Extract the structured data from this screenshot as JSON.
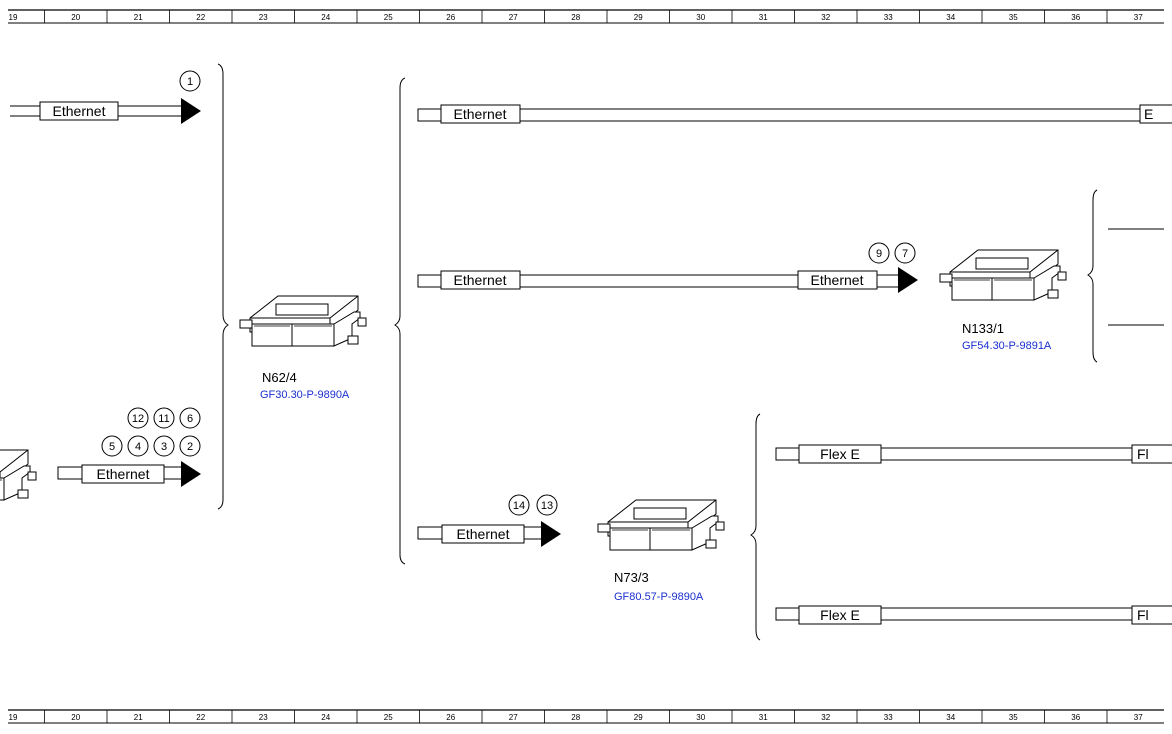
{
  "ruler": {
    "top_labels": [
      "19",
      "20",
      "21",
      "22",
      "23",
      "24",
      "25",
      "26",
      "27",
      "28",
      "29",
      "30",
      "31",
      "32",
      "33",
      "34",
      "35",
      "36",
      "37"
    ],
    "bottom_labels": [
      "19",
      "20",
      "21",
      "22",
      "23",
      "24",
      "25",
      "26",
      "27",
      "28",
      "29",
      "30",
      "31",
      "32",
      "33",
      "34",
      "35",
      "36",
      "37"
    ]
  },
  "lines": {
    "top_left_ethernet": "Ethernet",
    "bottom_left_ethernet": "Ethernet",
    "n62_to_right_ethernet": "Ethernet",
    "n62_to_right_end": "E",
    "n133_bus_start": "Ethernet",
    "n133_bus_arrow": "Ethernet",
    "n73_ethernet": "Ethernet",
    "flex_top": "Flex E",
    "flex_top_end": "Fl",
    "flex_bottom": "Flex E",
    "flex_bottom_end": "Fl"
  },
  "callouts": {
    "top_left": [
      "1"
    ],
    "left_row1": [
      "12",
      "11",
      "6"
    ],
    "left_row2": [
      "5",
      "4",
      "3",
      "2"
    ],
    "n133": [
      "9",
      "7"
    ],
    "n73": [
      "14",
      "13"
    ]
  },
  "devices": {
    "n62": {
      "name": "N62/4",
      "ref": "GF30.30-P-9890A"
    },
    "n133": {
      "name": "N133/1",
      "ref": "GF54.30-P-9891A"
    },
    "n73": {
      "name": "N73/3",
      "ref": "GF80.57-P-9890A"
    }
  }
}
